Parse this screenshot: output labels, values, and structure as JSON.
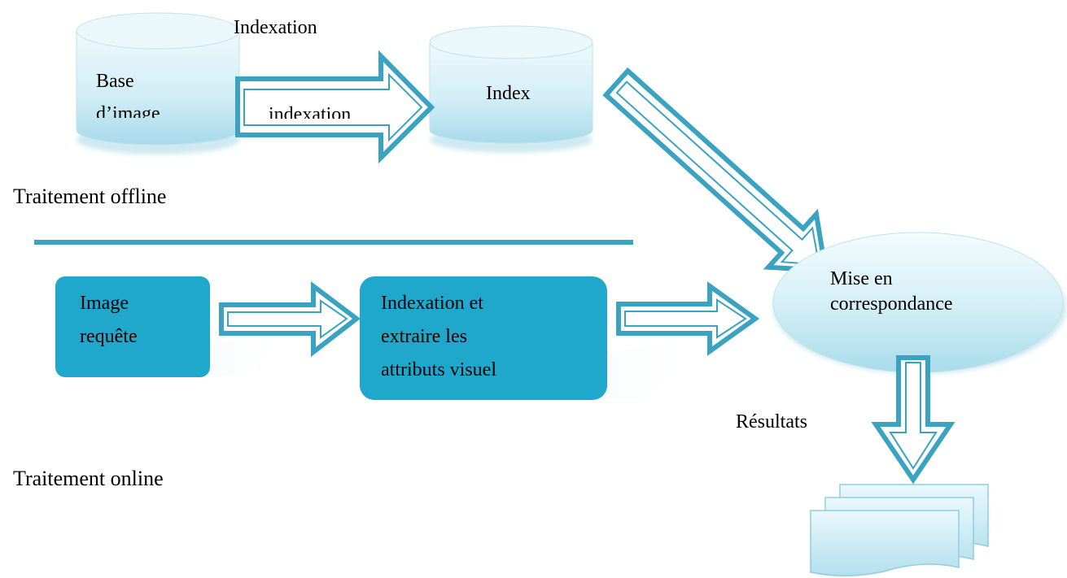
{
  "offline": {
    "section_label": "Traitement offline",
    "indexation_top_label": "Indexation",
    "arrow_label": "indexation",
    "database": {
      "line1": "Base",
      "line2": "d’image"
    },
    "index_label": "Index"
  },
  "online": {
    "section_label": "Traitement online",
    "query_box": {
      "line1": "Image",
      "line2": "requête"
    },
    "extract_box": {
      "line1": "Indexation et",
      "line2": "extraire les",
      "line3": "attributs visuel"
    }
  },
  "matching": {
    "line1": "Mise en",
    "line2": "correspondance"
  },
  "results_label": "Résultats",
  "colors": {
    "accent": "#3aa3c2",
    "box_fill": "#20a8cc",
    "cylinder_light": "#e6f6fb",
    "cylinder_dark": "#a9dbea",
    "shadow": "#d2eef5"
  }
}
